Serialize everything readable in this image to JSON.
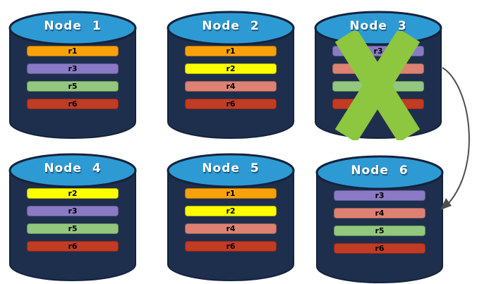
{
  "diagram": {
    "description": "Six database nodes with replica bars; Node 3 failed (green X) with replication arrow toward Node 6",
    "colors": {
      "background": "#FFFFFF",
      "cylinder_body": "#1E2F4E",
      "cylinder_border": "#14233C",
      "cylinder_top": "#2E9AD4",
      "node_label_text": "#FFFFFF",
      "bar_text": "#000000",
      "failure_x": "#8DC63F",
      "arrow": "#4D4D4D",
      "replica_palette": {
        "r1": "#F9A10A",
        "r2": "#FDFE00",
        "r3": "#8A7AC5",
        "r4": "#DD8273",
        "r5": "#92C87E",
        "r6": "#C23B23"
      }
    },
    "nodes": [
      {
        "label": "Node 1",
        "failed": false,
        "bars": [
          {
            "label": "r1",
            "color": "#F9A10A"
          },
          {
            "label": "r3",
            "color": "#8A7AC5"
          },
          {
            "label": "r5",
            "color": "#92C87E"
          },
          {
            "label": "r6",
            "color": "#C23B23"
          }
        ]
      },
      {
        "label": "Node 2",
        "failed": false,
        "bars": [
          {
            "label": "r1",
            "color": "#F9A10A"
          },
          {
            "label": "r2",
            "color": "#FDFE00"
          },
          {
            "label": "r4",
            "color": "#DD8273"
          },
          {
            "label": "r6",
            "color": "#C23B23"
          }
        ]
      },
      {
        "label": "Node 3",
        "failed": true,
        "bars": [
          {
            "label": "r3",
            "color": "#8A7AC5"
          },
          {
            "label": "",
            "color": "#DD8273"
          },
          {
            "label": "",
            "color": "#92C87E"
          },
          {
            "label": "",
            "color": "#C23B23"
          }
        ]
      },
      {
        "label": "Node 4",
        "failed": false,
        "bars": [
          {
            "label": "r2",
            "color": "#FDFE00"
          },
          {
            "label": "r3",
            "color": "#8A7AC5"
          },
          {
            "label": "r5",
            "color": "#92C87E"
          },
          {
            "label": "r6",
            "color": "#C23B23"
          }
        ]
      },
      {
        "label": "Node 5",
        "failed": false,
        "bars": [
          {
            "label": "r1",
            "color": "#F9A10A"
          },
          {
            "label": "r2",
            "color": "#FDFE00"
          },
          {
            "label": "r4",
            "color": "#DD8273"
          },
          {
            "label": "r6",
            "color": "#C23B23"
          }
        ]
      },
      {
        "label": "Node 6",
        "failed": false,
        "bars": [
          {
            "label": "r3",
            "color": "#8A7AC5"
          },
          {
            "label": "r4",
            "color": "#DD8273"
          },
          {
            "label": "r5",
            "color": "#92C87E"
          },
          {
            "label": "r6",
            "color": "#C23B23"
          }
        ]
      }
    ],
    "failure_mark": {
      "on_node": "Node 3",
      "icon": "x-mark"
    },
    "arrow": {
      "from": "Node 3",
      "to": "Node 6"
    }
  }
}
